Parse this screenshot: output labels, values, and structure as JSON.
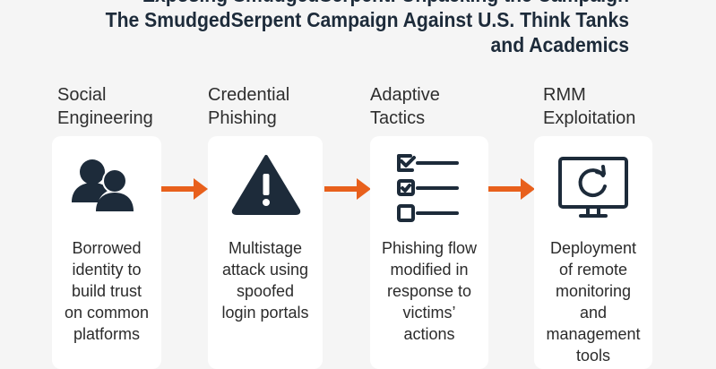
{
  "title": {
    "line0": "Exposing SmudgedSerpent: Unpacking the Campaign",
    "line1": "The SmudgedSerpent Campaign Against U.S. Think Tanks",
    "line2": "and Academics"
  },
  "colors": {
    "accent": "#e8601c",
    "icon": "#1d2b3a",
    "card": "#ffffff",
    "background": "#f5f5f5"
  },
  "steps": [
    {
      "label_1": "Social",
      "label_2": "Engineering",
      "icon": "users-icon",
      "description": "Borrowed\nidentity to\nbuild trust\non common\nplatforms"
    },
    {
      "label_1": "Credential",
      "label_2": "Phishing",
      "icon": "warning-icon",
      "description": "Multistage\nattack using\nspoofed\nlogin portals"
    },
    {
      "label_1": "Adaptive",
      "label_2": "Tactics",
      "icon": "checklist-icon",
      "description": "Phishing flow\nmodified in\nresponse to\nvictims’\nactions"
    },
    {
      "label_1": "RMM",
      "label_2": "Exploitation",
      "icon": "monitor-refresh-icon",
      "description": "Deployment\nof remote\nmonitoring\nand\nmanagement\ntools"
    }
  ]
}
